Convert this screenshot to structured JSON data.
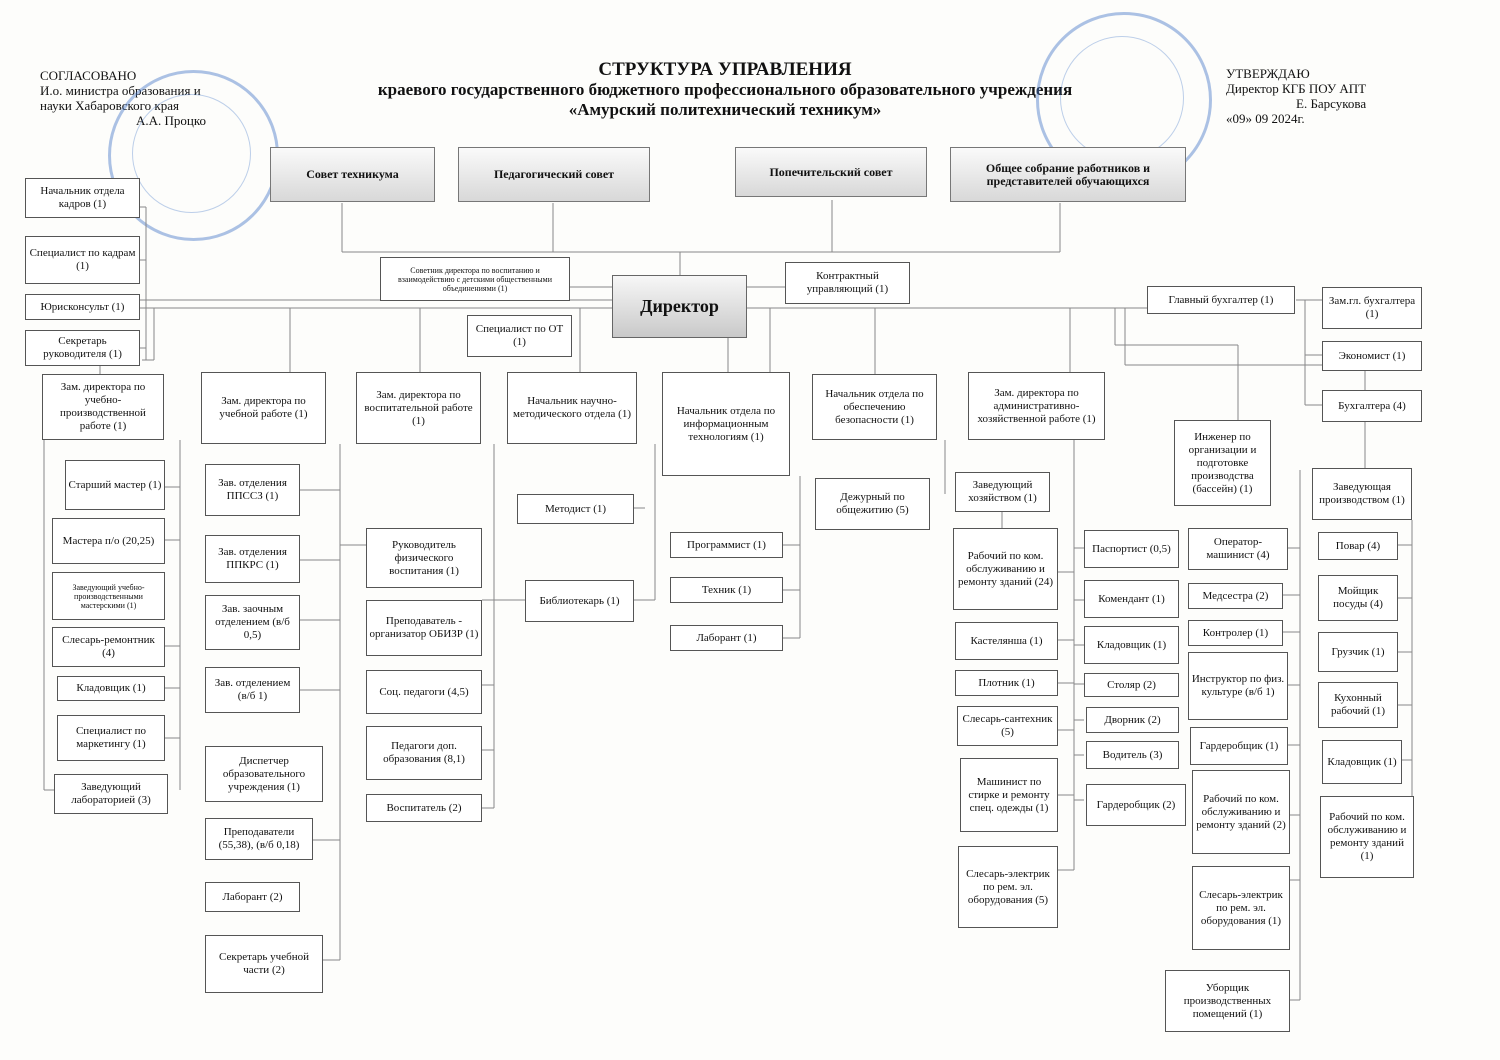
{
  "header": {
    "agreed": [
      "СОГЛАСОВАНО",
      "И.о. министра образования и",
      "науки Хабаровского края",
      "А.А. Процко"
    ],
    "approved": [
      "УТВЕРЖДАЮ",
      "Директор КГБ ПОУ АПТ",
      "Е. Барсукова",
      "«09» 09 2024г."
    ],
    "title": "СТРУКТУРА УПРАВЛЕНИЯ",
    "subtitle": "краевого государственного бюджетного профессионального образовательного учреждения",
    "org": "«Амурский политехнический техникум»"
  },
  "councils": [
    "Совет техникума",
    "Педагогический совет",
    "Попечительский совет",
    "Общее собрание работников и представителей обучающихся"
  ],
  "director": "Директор",
  "boxes": [
    "Начальник отдела кадров (1)",
    "Специалист по кадрам (1)",
    "Юрисконсульт (1)",
    "Секретарь руководителя (1)",
    "Советник директора по воспитанию и взаимодействию с детскими общественными объединениями (1)",
    "Контрактный управляющий (1)",
    "Специалист по ОТ (1)",
    "Главный бухгалтер (1)",
    "Зам.гл. бухгалтера (1)",
    "Экономист (1)",
    "Бухгалтера (4)",
    "Зам. директора по учебно-производственной работе (1)",
    "Зам. директора по учебной работе (1)",
    "Зам. директора по воспитательной работе (1)",
    "Начальник научно-методического отдела (1)",
    "Начальник отдела по информационным технологиям (1)",
    "Начальник отдела по обеспечению безопасности (1)",
    "Зам. директора по административно-хозяйственной работе (1)",
    "Инженер по организации и подготовке производства (бассейн) (1)",
    "Заведующая производством (1)",
    "Старший мастер (1)",
    "Мастера п/о (20,25)",
    "Заведующий учебно-производственными мастерскими (1)",
    "Слесарь-ремонтник (4)",
    "Кладовщик (1)",
    "Специалист по маркетингу (1)",
    "Заведующий лабораторией (3)",
    "Зав. отделения ППССЗ (1)",
    "Зав. отделения ППКРС (1)",
    "Зав. заочным отделением (в/б 0,5)",
    "Зав. отделением (в/б 1)",
    "Диспетчер образовательного учреждения (1)",
    "Преподаватели (55,38), (в/б 0,18)",
    "Лаборант (2)",
    "Секретарь учебной части (2)",
    "Руководитель физического воспитания (1)",
    "Преподаватель - организатор ОБИЗР (1)",
    "Соц. педагоги (4,5)",
    "Педагоги доп. образования (8,1)",
    "Воспитатель (2)",
    "Методист (1)",
    "Библиотекарь (1)",
    "Программист (1)",
    "Техник (1)",
    "Лаборант (1)",
    "Дежурный по общежитию (5)",
    "Заведующий хозяйством (1)",
    "Рабочий по ком. обслуживанию и ремонту зданий (24)",
    "Кастелянша (1)",
    "Плотник (1)",
    "Слесарь-сантехник (5)",
    "Машинист по стирке и ремонту спец. одежды (1)",
    "Слесарь-электрик по рем. эл. оборудования (5)",
    "Паспортист (0,5)",
    "Комендант (1)",
    "Кладовщик (1)",
    "Столяр (2)",
    "Дворник (2)",
    "Водитель (3)",
    "Гардеробщик (2)",
    "Оператор-машинист (4)",
    "Медсестра (2)",
    "Контролер (1)",
    "Инструктор по физ. культуре (в/б 1)",
    "Гардеробщик (1)",
    "Рабочий по ком. обслуживанию и ремонту зданий (2)",
    "Слесарь-электрик по рем. эл. оборудования (1)",
    "Уборщик производственных помещений (1)",
    "Повар (4)",
    "Мойщик посуды (4)",
    "Грузчик (1)",
    "Кухонный рабочий (1)",
    "Кладовщик (1)",
    "Рабочий по ком. обслуживанию и ремонту зданий (1)"
  ],
  "colors": {
    "lines": "#888888",
    "stamp": "#4678c8"
  }
}
